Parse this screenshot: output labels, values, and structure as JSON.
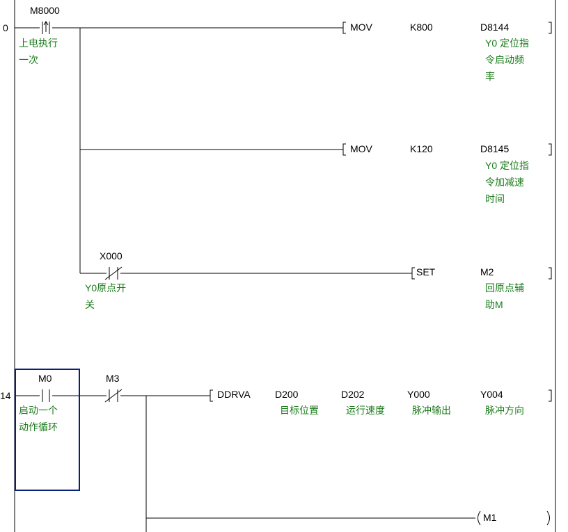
{
  "rungs": [
    {
      "step": "0",
      "contact": {
        "name": "M8000",
        "comment": [
          "上电执行",
          "一次"
        ]
      },
      "instructions": [
        {
          "op": "MOV",
          "src": "K800",
          "dst": "D8144",
          "comment": [
            "Y0 定位指",
            "令启动频",
            "率"
          ]
        },
        {
          "op": "MOV",
          "src": "K120",
          "dst": "D8145",
          "comment": [
            "Y0 定位指",
            "令加减速",
            "时间"
          ]
        },
        {
          "op": "SET",
          "contact": {
            "name": "X000",
            "comment": [
              "Y0原点开",
              "关"
            ]
          },
          "dst": "M2",
          "comment": [
            "回原点辅",
            "助M"
          ]
        }
      ]
    },
    {
      "step": "14",
      "contact": {
        "name": "M0",
        "comment": [
          "启动一个",
          "动作循环"
        ]
      },
      "contact2": {
        "name": "M3"
      },
      "instruction": {
        "op": "DDRVA",
        "operands": [
          {
            "name": "D200",
            "comment": "目标位置"
          },
          {
            "name": "D202",
            "comment": "运行速度"
          },
          {
            "name": "Y000",
            "comment": "脉冲输出"
          },
          {
            "name": "Y004",
            "comment": "脉冲方向"
          }
        ]
      },
      "coil": "M1"
    }
  ]
}
